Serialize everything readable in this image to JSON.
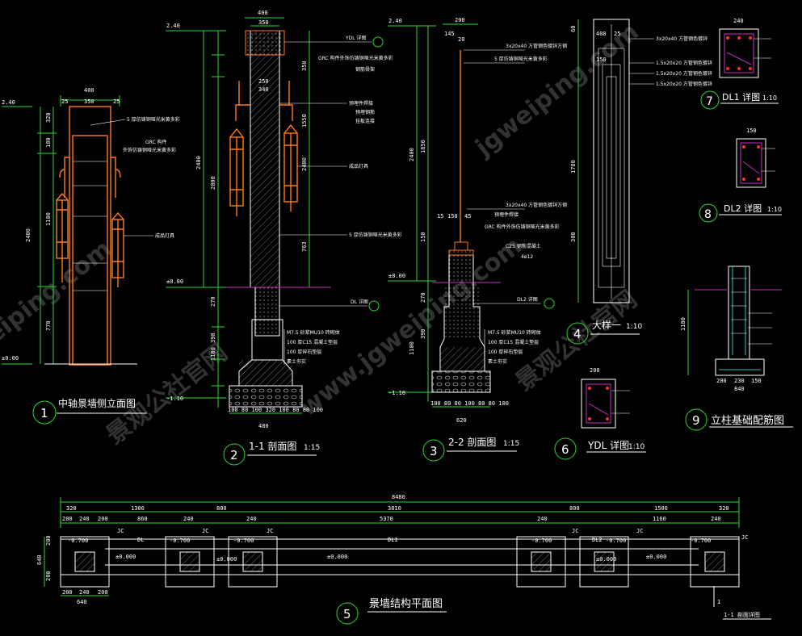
{
  "views": {
    "v1": {
      "num": "1",
      "title": "中轴景墙侧立面图"
    },
    "v2": {
      "num": "2",
      "title": "1-1 剖面图",
      "scale": "1:15"
    },
    "v3": {
      "num": "3",
      "title": "2-2 剖面图",
      "scale": "1:15"
    },
    "v4": {
      "num": "4",
      "title": "大样一",
      "scale": "1:10"
    },
    "v5": {
      "num": "5",
      "title": "景墙结构平面图"
    },
    "v6": {
      "num": "6",
      "title": "YDL 详图",
      "scale": "1:10"
    },
    "v7": {
      "num": "7",
      "title": "DL1 详图",
      "scale": "1:10"
    },
    "v8": {
      "num": "8",
      "title": "DL2 详图",
      "scale": "1:10"
    },
    "v9": {
      "num": "9",
      "title": "立柱基础配筋图"
    }
  },
  "dims": {
    "w400": "400",
    "w350": "350",
    "w25": "25",
    "w250": "250",
    "w340": "340",
    "h2400": "2400",
    "h1100": "1100",
    "h770": "770",
    "h180": "180",
    "h320": "320",
    "h2000": "2000",
    "h1550": "1550",
    "h763": "763",
    "h270": "270",
    "h390": "390",
    "h1850": "1850",
    "h1780": "1780",
    "h300": "300",
    "e240": "2.40",
    "e000": "±0.00",
    "e110": "-1.10",
    "base2": "100 80 100 320 100 80 80 100",
    "base2w": "480",
    "base3": "100 80 80 100 80 80 100",
    "base3w": "620",
    "w200": "200",
    "w145": "145",
    "w20": "20",
    "p15": "15",
    "p150": "150",
    "p45": "45",
    "d8480": "8480",
    "d320a": "320",
    "d1300": "1300",
    "d800a": "800",
    "d3810": "3810",
    "d800b": "800",
    "d1500": "1500",
    "d320b": "320",
    "d200a": "200",
    "d240a": "240",
    "d200b": "200",
    "d860": "860",
    "d240b": "240",
    "d5370": "5370",
    "d240c": "240",
    "d1160": "1160",
    "d240d": "240",
    "n0700": "-0.700",
    "pm000": "±0.000",
    "dl": "DL",
    "dl1": "DL1",
    "dl2": "DL2",
    "jc": "JC",
    "d640": "640",
    "d200c": "200",
    "sec1": "1",
    "sec1lbl": "1-1 剖面详图",
    "d60": "60",
    "d230": "230",
    "d150": "150",
    "d840": "840"
  },
  "notes": {
    "n1a": "5 厚仿铸铜哑光米黄多彩",
    "n1b": "GRC 构件",
    "n1c": "外饰仿铸铜哑光米黄多彩",
    "n1d": "成品灯具",
    "n2a": "YDL 详图",
    "n2b": "GRC 构件外饰仿铸铜哑光米黄多彩",
    "n2c": "钢筋骨架",
    "n2d": "预埋件焊接",
    "n2e": "预埋钢筋",
    "n2f": "挂板连接",
    "n2g": "成品灯具",
    "n2h": "5 厚仿铸铜哑光米黄多彩",
    "n2i": "DL 详图",
    "n2j": "M7.5 砂浆MU10 砖砌体",
    "n2k": "100 厚C15 混凝土垫层",
    "n2l": "100 厚碎石垫层",
    "n2m": "素土夯实",
    "n3a": "3x20x40 方管钢色镀锌方钢",
    "n3b": "5 厚仿铸铜哑光米黄多彩",
    "n3c": "3x20x40 方管钢色镀锌方钢",
    "n3d": "预埋件焊接",
    "n3e": "GRC 构件外饰仿铸铜哑光米黄多彩",
    "n3f": "C25 钢筋混凝土",
    "n3g": "4ø12",
    "n3h": "DL2 详图",
    "n4a": "3x20x40 方管钢色镀锌",
    "n4b": "1.5x20x20 方管钢色镀锌",
    "n4c": "1.5x20x20 方管钢色镀锌",
    "n4d": "1.5x20x20 方管钢色镀锌"
  },
  "watermark": {
    "a": "景观公社官网",
    "b": "www.jgweiping.com",
    "c": "jgweiping.com"
  },
  "colors": {
    "dim": "#2fd62f",
    "outline": "#ffffff",
    "lamp": "#ff7a1a",
    "ground": "#c030c0",
    "rebar": "#27c6c6"
  }
}
